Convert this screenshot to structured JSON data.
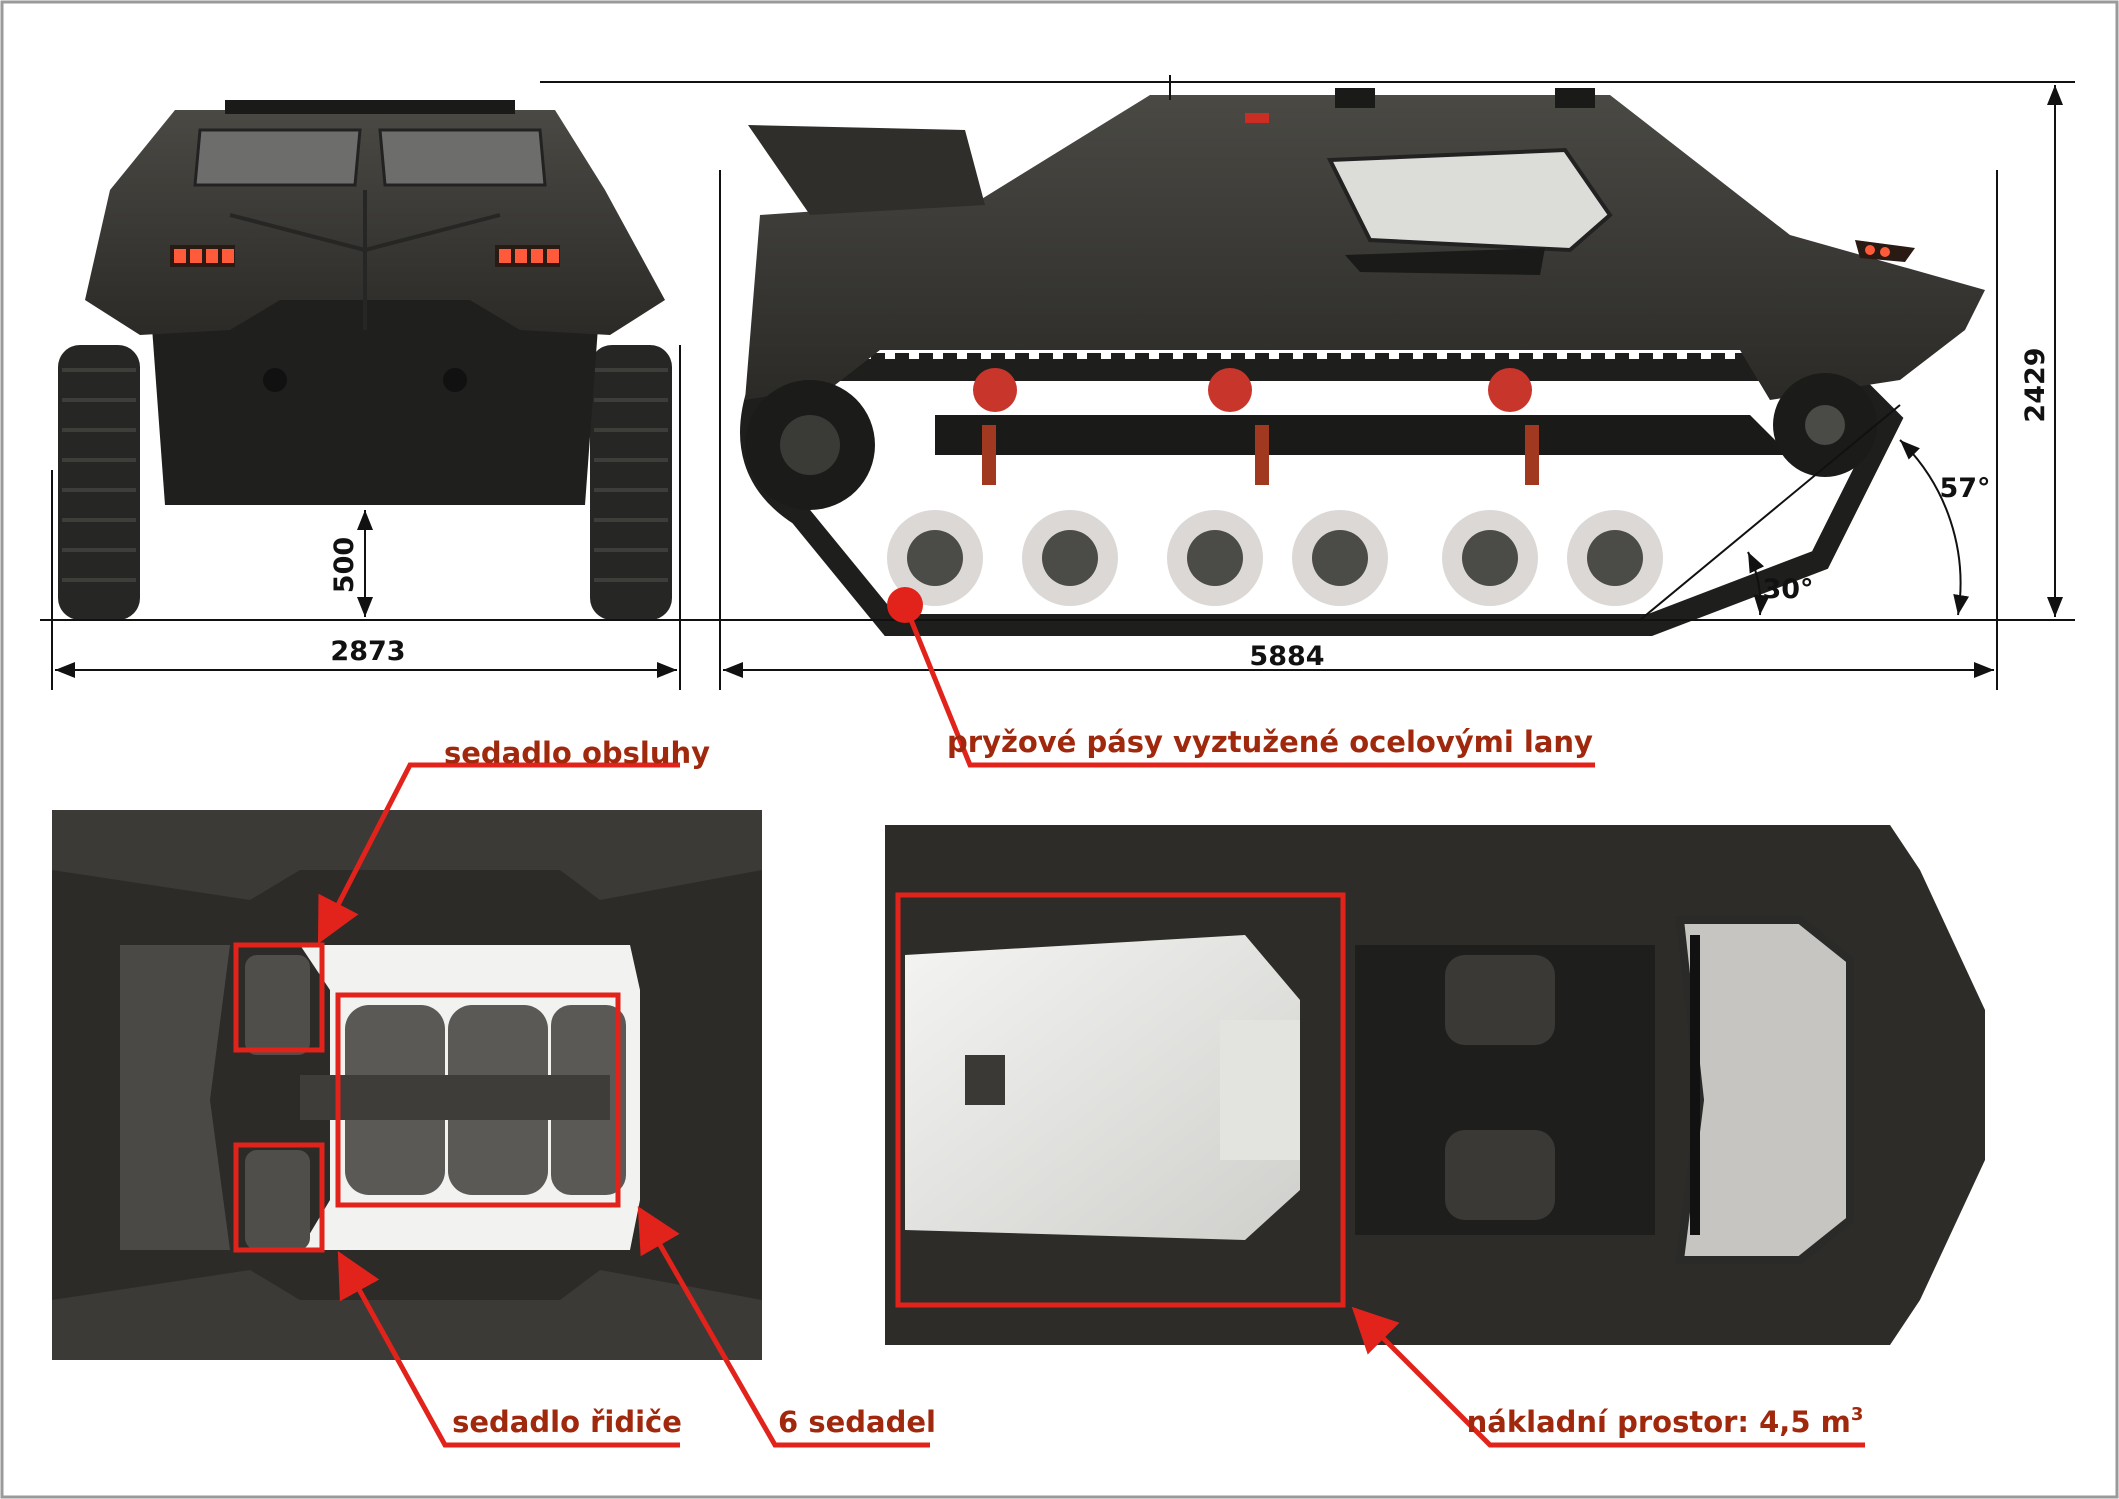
{
  "dimensions": {
    "front_width": "2873",
    "ground_clearance": "500",
    "length": "5884",
    "height": "2429",
    "approach_angle": "57°",
    "departure_angle": "30°"
  },
  "callouts": {
    "tracks": "pryžové pásy vyztužené ocelovými lany",
    "operator_seat": "sedadlo obsluhy",
    "driver_seat": "sedadlo řidiče",
    "six_seats": "6 sedadel",
    "cargo_label": "nákladní prostor: 4,5 m",
    "cargo_unit_sup": "3"
  },
  "colors": {
    "callout_red": "#e1231b",
    "callout_text": "#a0280d",
    "vehicle_body": "#3a3935",
    "vehicle_dark": "#1e1e1c",
    "track": "#222220",
    "wheel": "#d8d4d2",
    "hub_red": "#c8352b"
  }
}
